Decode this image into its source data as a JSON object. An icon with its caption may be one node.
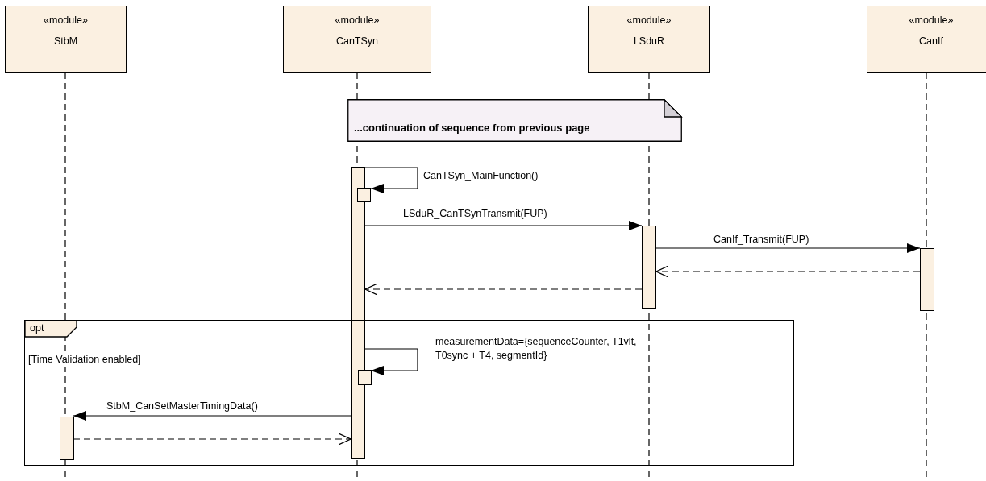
{
  "diagram": {
    "nodes": [
      {
        "text": [
          "«module»",
          "StbM"
        ]
      },
      {
        "text": [
          "«module»",
          "CanTSyn"
        ]
      },
      {
        "text": [
          "«module»",
          "LSduR"
        ]
      },
      {
        "text": [
          "«module»",
          "CanIf"
        ]
      },
      {
        "text": [
          "...continuation of sequence from previous page"
        ]
      },
      {
        "text": [],
        "shape": "bar"
      },
      {
        "text": [],
        "shape": "bar"
      },
      {
        "text": [],
        "shape": "bar"
      },
      {
        "text": [],
        "shape": "bar"
      },
      {
        "text": [
          "opt",
          "[Time Validation enabled]"
        ]
      },
      {
        "text": [],
        "shape": "bar",
        "in": 9
      },
      {
        "text": [],
        "shape": "bar",
        "in": 9
      }
    ],
    "edges": [
      {
        "from": 5,
        "to": 6,
        "arrow": "to",
        "label": "CanTSyn_MainFunction()"
      },
      {
        "from": 5,
        "to": 7,
        "arrow": "to",
        "label": "LSduR_CanTSynTransmit(FUP)"
      },
      {
        "from": 7,
        "to": 8,
        "arrow": "to",
        "label": "CanIf_Transmit(FUP)"
      },
      {
        "from": 8,
        "to": 7,
        "arrow": "to",
        "style": "dashed"
      },
      {
        "from": 7,
        "to": 5,
        "arrow": "to",
        "style": "dashed"
      },
      {
        "from": 5,
        "to": 10,
        "arrow": "to",
        "label": "measurementData={sequenceCounter, T1vlt, T0sync + T4, segmentId}"
      },
      {
        "from": 5,
        "to": 11,
        "arrow": "to",
        "label": "StbM_CanSetMasterTimingData()"
      },
      {
        "from": 11,
        "to": 5,
        "arrow": "to",
        "style": "dashed"
      },
      {
        "from": 0,
        "to": null,
        "arrow": "none",
        "style": "dashed"
      },
      {
        "from": 1,
        "to": null,
        "arrow": "none",
        "style": "dashed"
      },
      {
        "from": 2,
        "to": null,
        "arrow": "none",
        "style": "dashed"
      },
      {
        "from": 3,
        "to": null,
        "arrow": "none",
        "style": "dashed"
      }
    ]
  }
}
